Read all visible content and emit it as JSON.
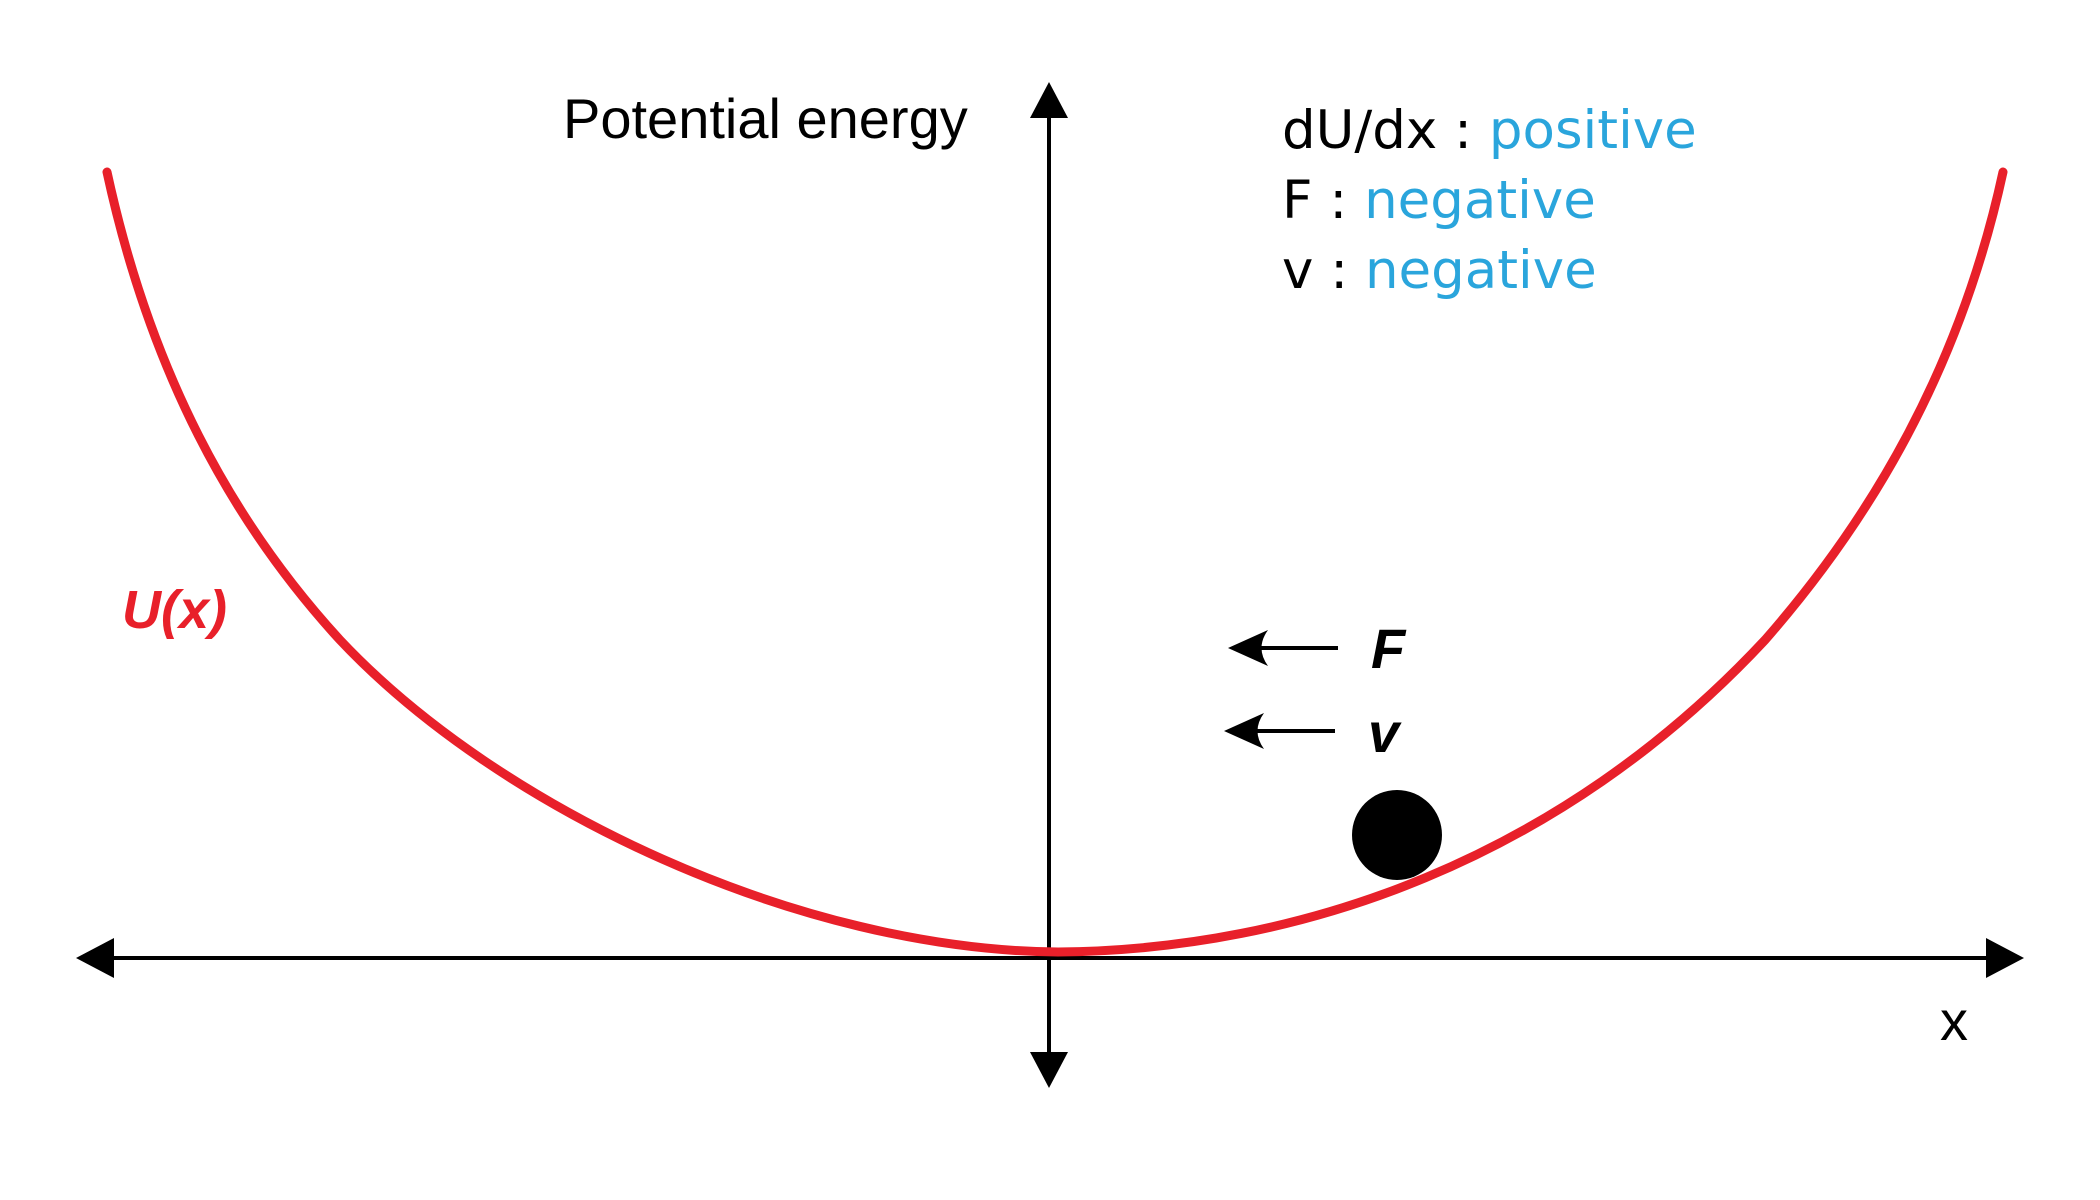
{
  "labels": {
    "y_axis_title": "Potential energy",
    "x_axis_title": "x",
    "curve_label": "U(x)",
    "force_label": "F",
    "velocity_label": "v"
  },
  "info": [
    {
      "name": "dU/dx",
      "sep": " : ",
      "value": "positive"
    },
    {
      "name": "F",
      "sep": " : ",
      "value": "negative"
    },
    {
      "name": "v",
      "sep": " : ",
      "value": "negative"
    }
  ],
  "colors": {
    "curve": "#e8202a",
    "value_text": "#2aa5dc",
    "ink": "#000000"
  }
}
